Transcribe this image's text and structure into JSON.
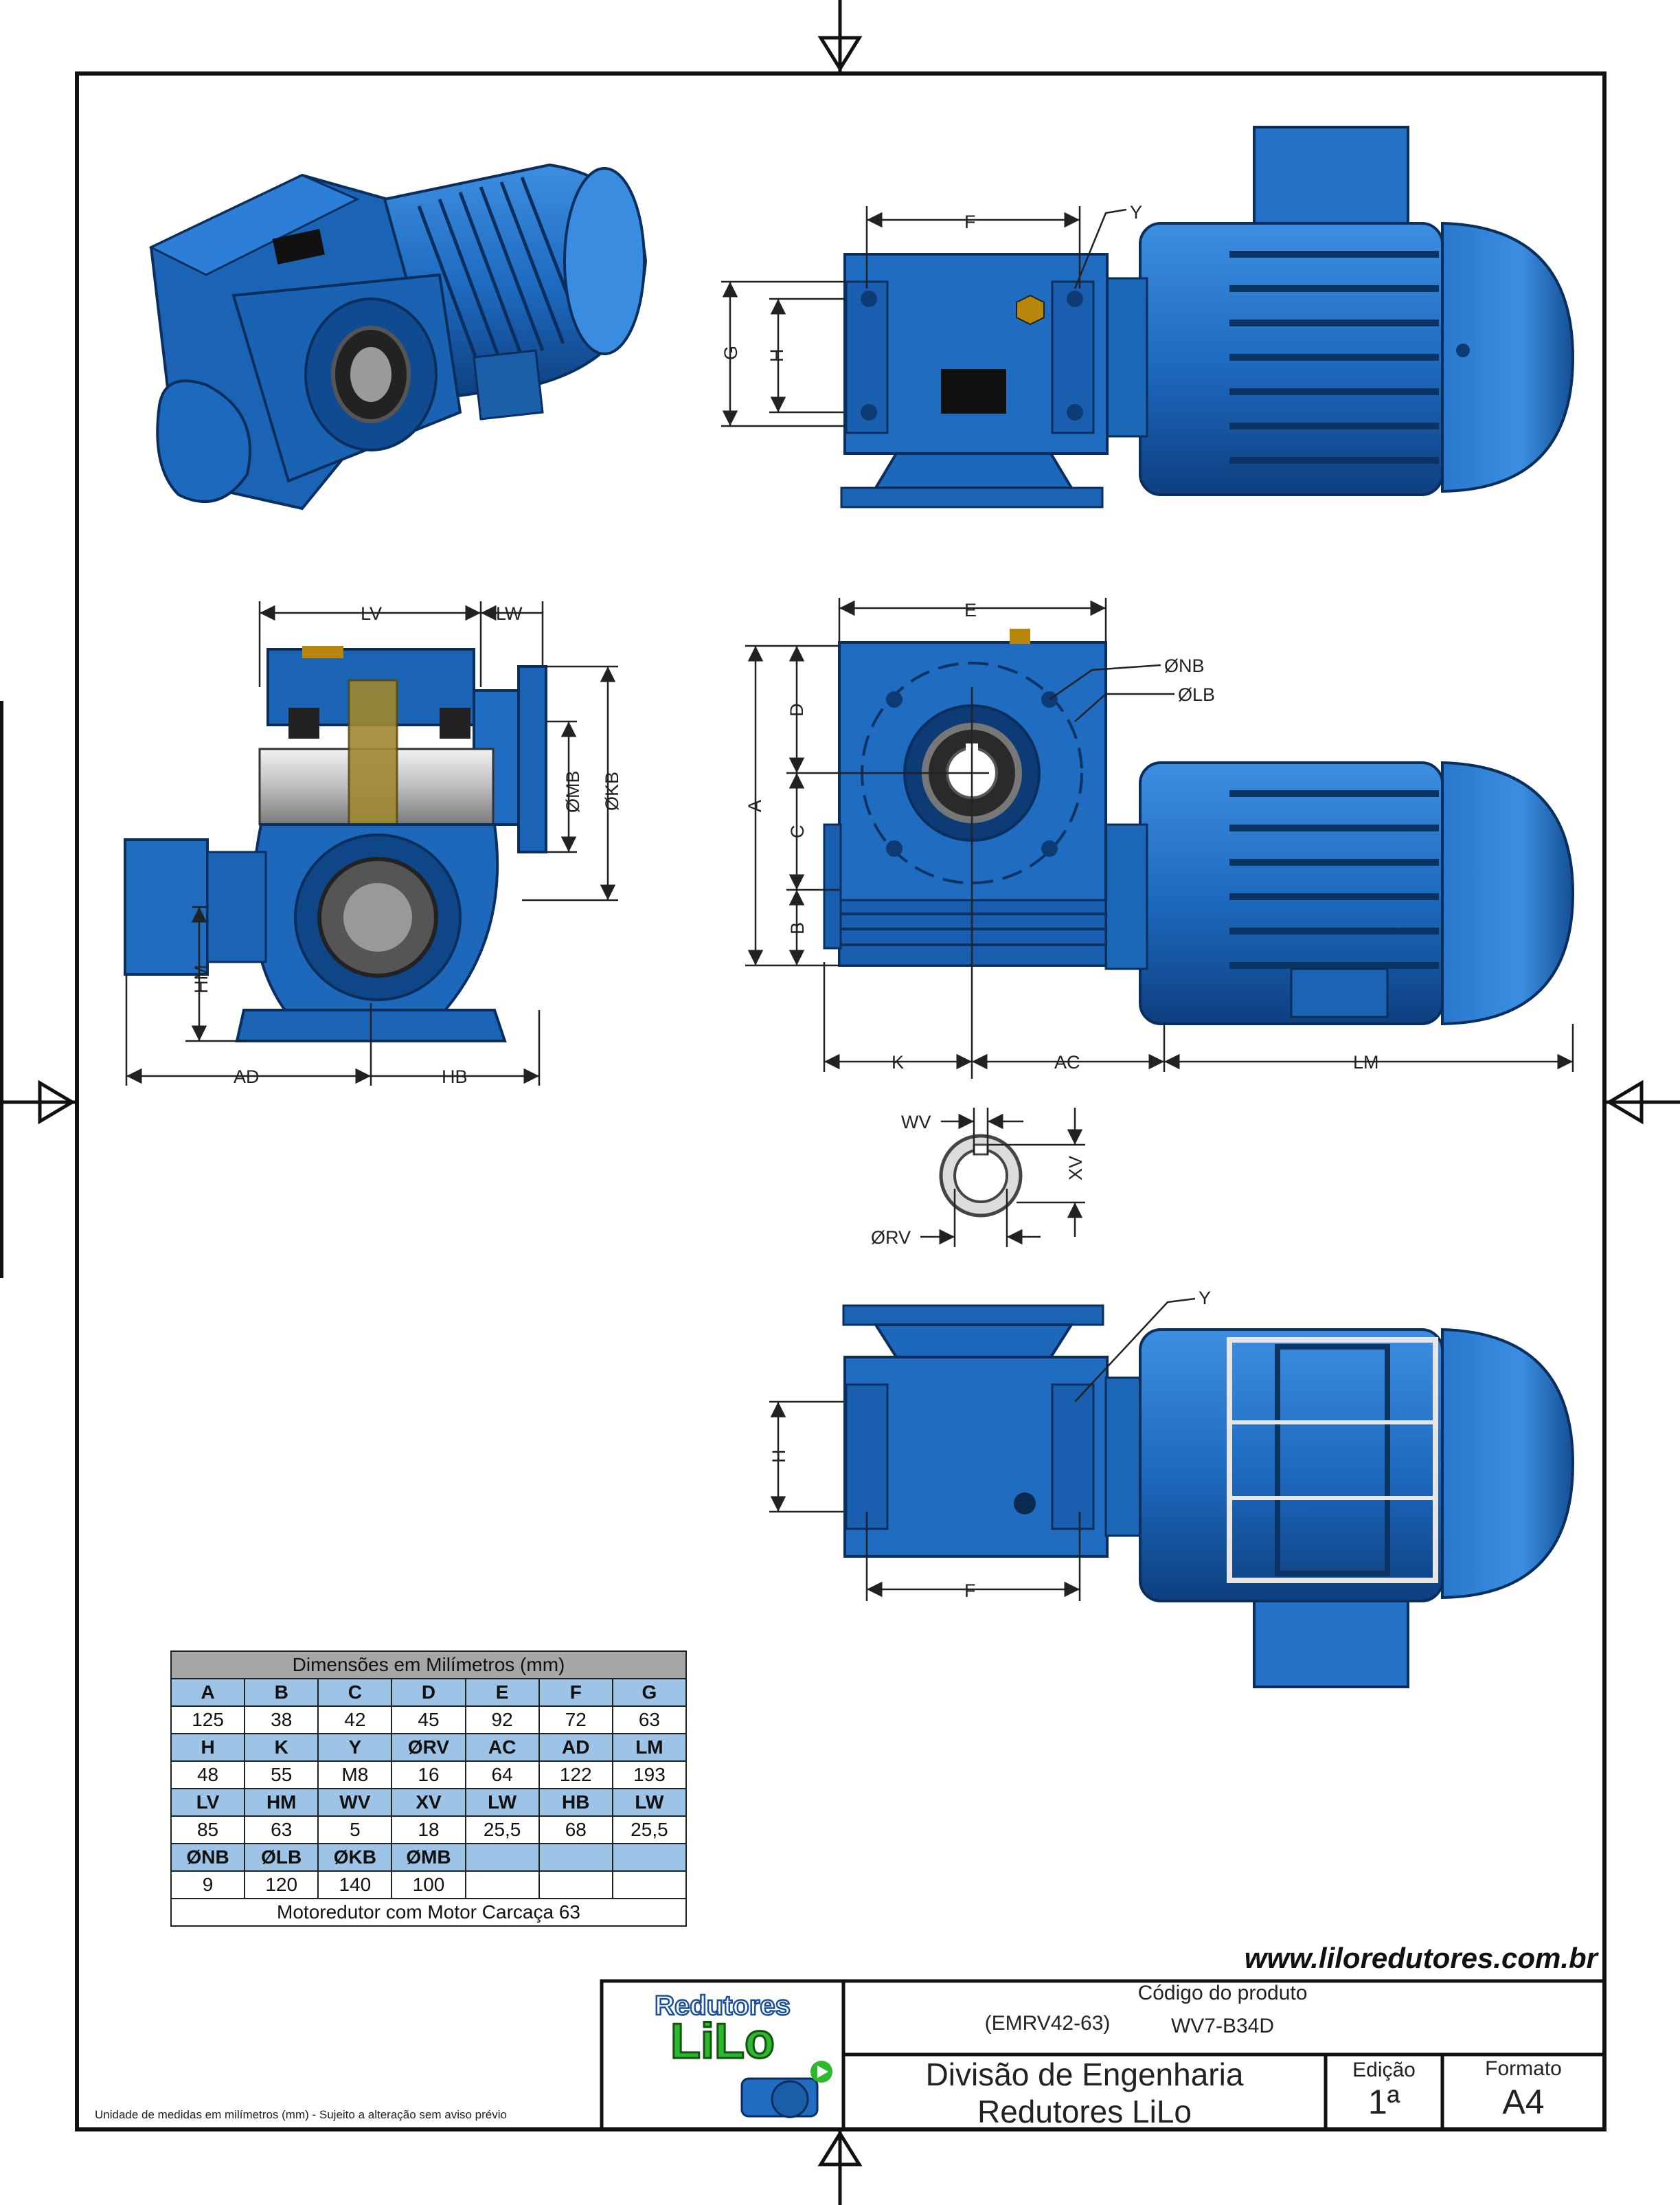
{
  "website": "www.liloredutores.com.br",
  "footnote": "Unidade de medidas em milímetros (mm) - Sujeito a alteração sem aviso prévio",
  "logo": {
    "line1": "Redutores",
    "line2": "LiLo"
  },
  "title_block": {
    "codigo_label": "Código do produto",
    "model_code": "(EMRV42-63)",
    "product_code": "WV7-B34D",
    "division_line1": "Divisão de Engenharia",
    "division_line2": "Redutores LiLo",
    "edicao_label": "Edição",
    "edicao_value": "1ª",
    "formato_label": "Formato",
    "formato_value": "A4"
  },
  "dimension_labels": {
    "F": "F",
    "Y": "Y",
    "G": "G",
    "H": "H",
    "LV": "LV",
    "LW": "LW",
    "E": "E",
    "NB": "ØNB",
    "LB": "ØLB",
    "MB": "ØMB",
    "KB": "ØKB",
    "D": "D",
    "A": "A",
    "C": "C",
    "B": "B",
    "HM": "HM",
    "AD": "AD",
    "HB": "HB",
    "K": "K",
    "AC": "AC",
    "LM": "LM",
    "WV": "WV",
    "XV": "XV",
    "RV": "ØRV"
  },
  "table": {
    "caption": "Dimensões em Milímetros (mm)",
    "rows": [
      {
        "headers": [
          "A",
          "B",
          "C",
          "D",
          "E",
          "F",
          "G"
        ],
        "values": [
          "125",
          "38",
          "42",
          "45",
          "92",
          "72",
          "63"
        ]
      },
      {
        "headers": [
          "H",
          "K",
          "Y",
          "ØRV",
          "AC",
          "AD",
          "LM"
        ],
        "values": [
          "48",
          "55",
          "M8",
          "16",
          "64",
          "122",
          "193"
        ]
      },
      {
        "headers": [
          "LV",
          "HM",
          "WV",
          "XV",
          "LW",
          "HB",
          "LW"
        ],
        "values": [
          "85",
          "63",
          "5",
          "18",
          "25,5",
          "68",
          "25,5"
        ]
      },
      {
        "headers": [
          "ØNB",
          "ØLB",
          "ØKB",
          "ØMB",
          "",
          "",
          ""
        ],
        "values": [
          "9",
          "120",
          "140",
          "100",
          "",
          "",
          ""
        ]
      }
    ],
    "footer": "Motoredutor com Motor Carcaça 63"
  },
  "colors": {
    "body_blue": "#1f6fc4",
    "dark_blue": "#0d3f7a",
    "header_blue": "#9dc3e6",
    "caption_gray": "#a6a6a6"
  }
}
